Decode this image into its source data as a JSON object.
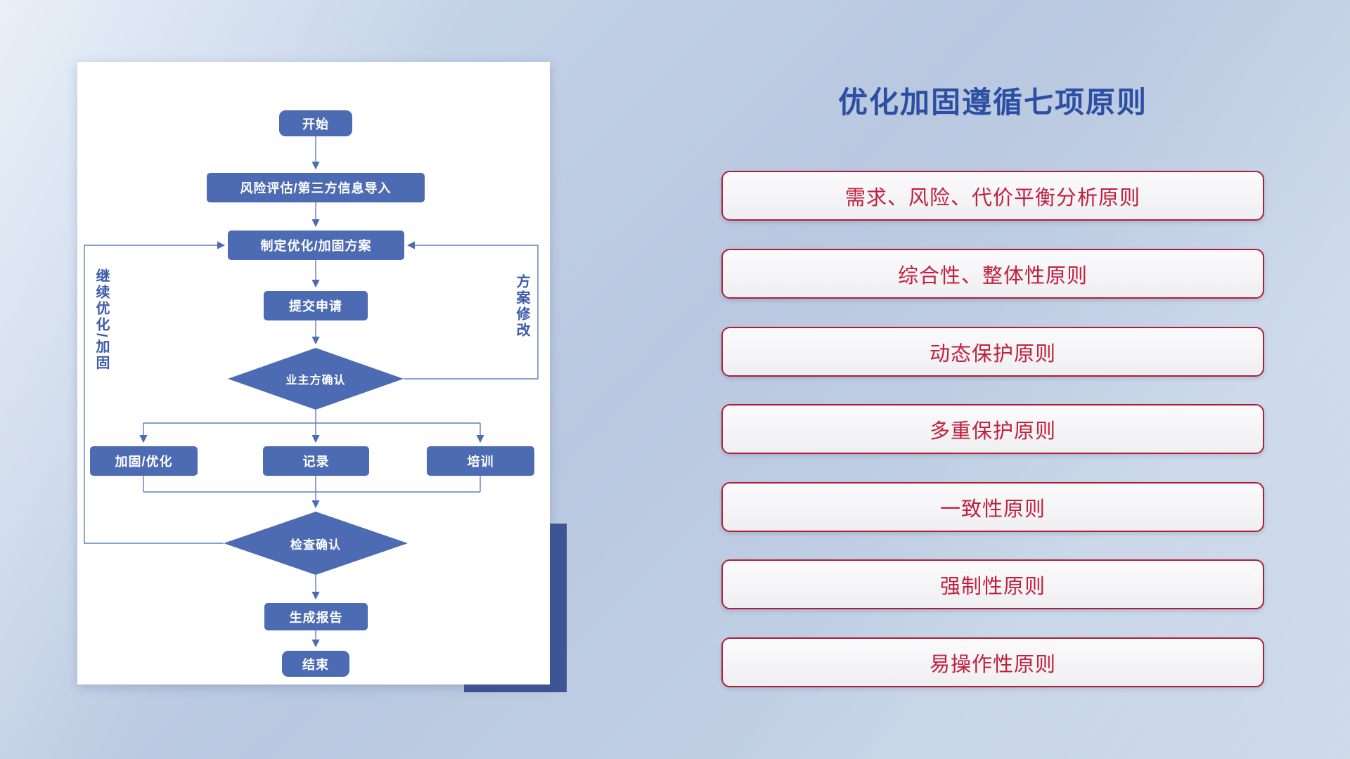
{
  "title": "优化加固遵循七项原则",
  "flowchart": {
    "nodes": {
      "start": "开始",
      "risk": "风险评估/第三方信息导入",
      "plan": "制定优化/加固方案",
      "submit": "提交申请",
      "owner_confirm": "业主方确认",
      "reinforce": "加固/优化",
      "record": "记录",
      "training": "培训",
      "check_confirm": "检查确认",
      "report": "生成报告",
      "end": "结束"
    },
    "labels": {
      "continue_loop": "继续优化/加固",
      "revise_loop": "方案修改"
    }
  },
  "principles": [
    "需求、风险、代价平衡分析原则",
    "综合性、整体性原则",
    "动态保护原则",
    "多重保护原则",
    "一致性原则",
    "强制性原则",
    "易操作性原则"
  ],
  "colors": {
    "node_fill": "#4d6bb3",
    "connector_line": "#5f7fc2",
    "title_blue": "#2b4fa3",
    "principle_text": "#c2203f",
    "principle_border": "#b01f3a",
    "shadow_block": "#3e5596"
  }
}
